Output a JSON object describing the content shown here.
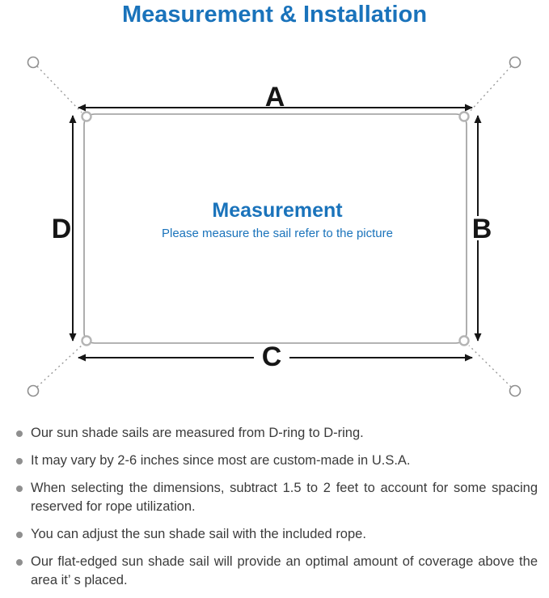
{
  "title": "Measurement & Installation",
  "diagram": {
    "labels": {
      "top": "A",
      "right": "B",
      "bottom": "C",
      "left": "D"
    },
    "center_title": "Measurement",
    "center_subtitle": "Please measure the sail refer to the picture"
  },
  "notes": {
    "items": [
      "Our sun shade sails are measured from D-ring to D-ring.",
      "It may vary by 2-6 inches since most are custom-made in U.S.A.",
      "When selecting the dimensions, subtract 1.5 to 2 feet to account for some spacing reserved for rope utilization.",
      "You can adjust the sun shade sail with the included rope.",
      "Our flat-edged sun shade sail will provide an optimal amount of coverage above the area it’ s placed."
    ]
  },
  "colors": {
    "accent_blue": "#1a73bb",
    "diagram_line_gray": "#9a9a9a",
    "arrow_black": "#161616",
    "note_text": "#3b3b3b",
    "bullet_gray": "#8f8f8f"
  }
}
